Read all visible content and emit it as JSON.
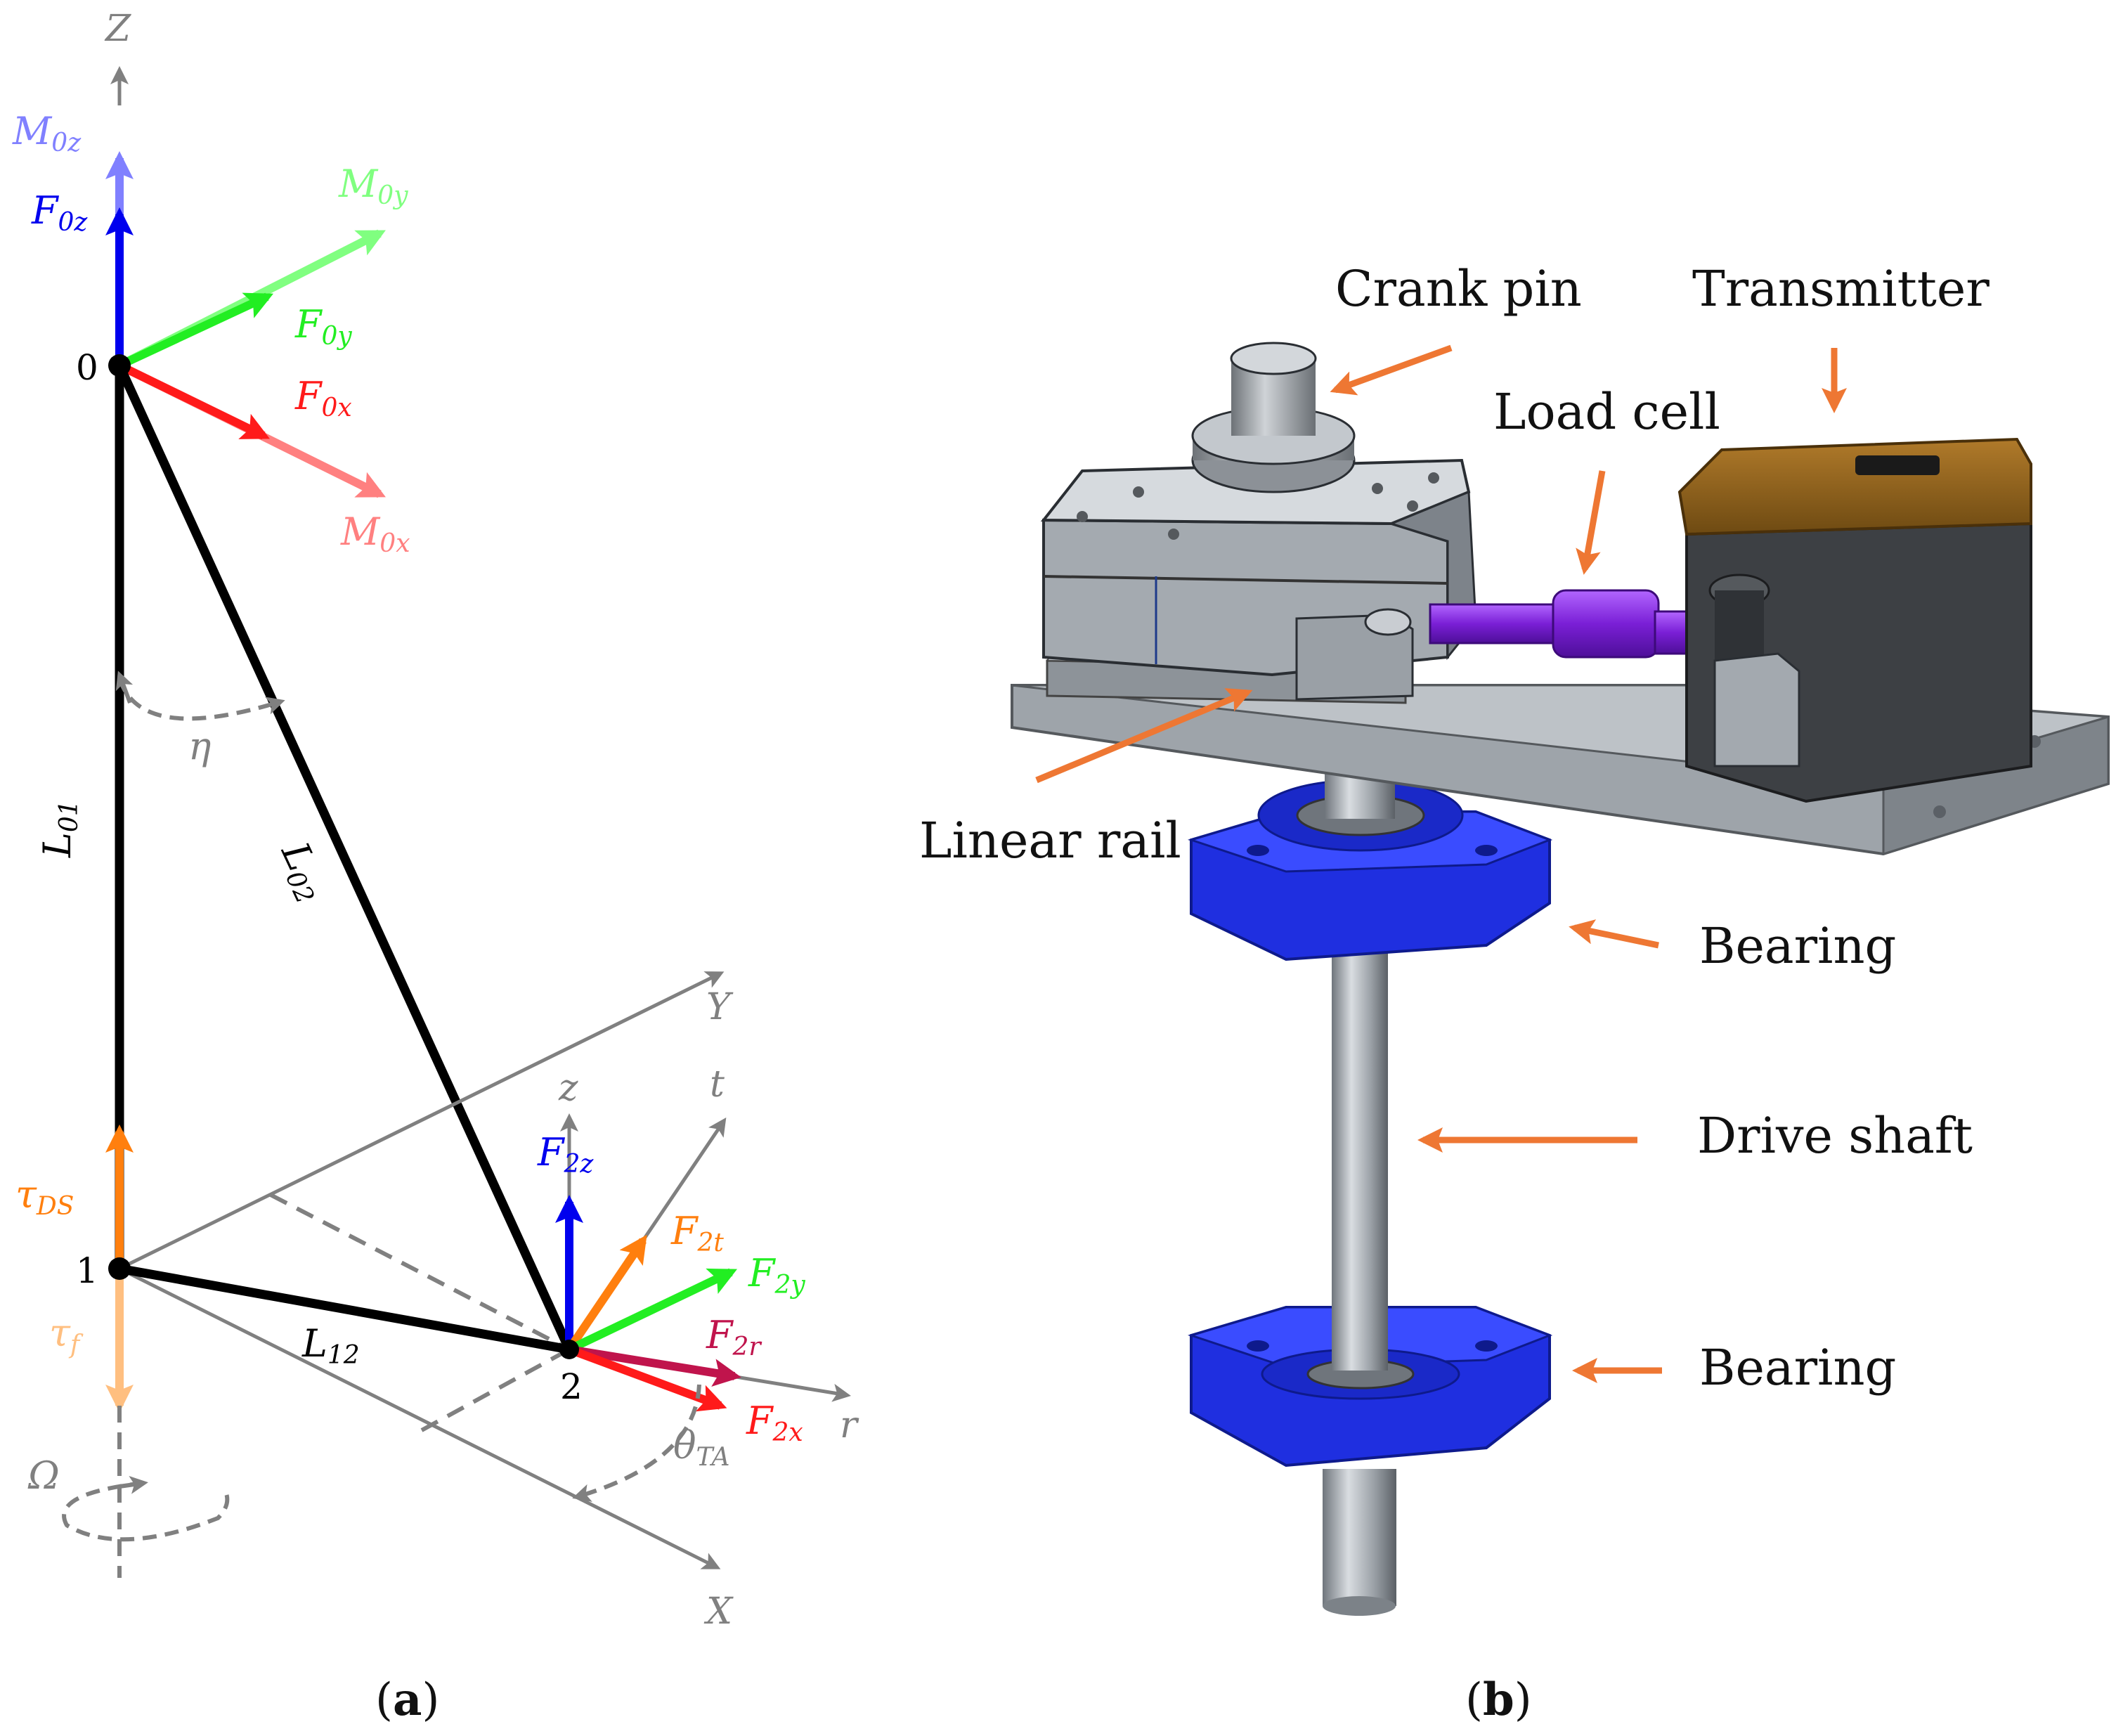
{
  "panel_a": {
    "caption": "(a)",
    "caption_letter": "a",
    "axes": {
      "Z": "Z",
      "Y": "Y",
      "X": "X",
      "z": "z",
      "t": "t",
      "r": "r"
    },
    "points": {
      "p0": "0",
      "p1": "1",
      "p2": "2"
    },
    "links": {
      "L01": "L",
      "L01_sub": "01",
      "L02": "L",
      "L02_sub": "02",
      "L12": "L",
      "L12_sub": "12"
    },
    "angles": {
      "eta": "η",
      "omega": "Ω",
      "theta": "θ",
      "theta_sub": "TA"
    },
    "forces": {
      "M0z": "M",
      "M0z_sub": "0z",
      "F0z": "F",
      "F0z_sub": "0z",
      "M0y": "M",
      "M0y_sub": "0y",
      "F0y": "F",
      "F0y_sub": "0y",
      "F0x": "F",
      "F0x_sub": "0x",
      "M0x": "M",
      "M0x_sub": "0x",
      "tauDS": "τ",
      "tauDS_sub": "DS",
      "tauf": "τ",
      "tauf_sub": "f",
      "F2z": "F",
      "F2z_sub": "2z",
      "F2t": "F",
      "F2t_sub": "2t",
      "F2y": "F",
      "F2y_sub": "2y",
      "F2r": "F",
      "F2r_sub": "2r",
      "F2x": "F",
      "F2x_sub": "2x"
    },
    "colors": {
      "red": "#ff1a1a",
      "green": "#22ee22",
      "blue": "#0000ee",
      "orange": "#ff7f0e",
      "light_orange": "#ffbf80",
      "crimson": "#c0144c",
      "gray": "#808080",
      "black": "#000000",
      "light_blue": "#8080ff",
      "light_green": "#80ff80",
      "light_red": "#ff8080"
    }
  },
  "panel_b": {
    "caption": "(b)",
    "caption_letter": "b",
    "callouts": {
      "crank_pin": "Crank pin",
      "transmitter": "Transmitter",
      "load_cell": "Load cell",
      "linear_rail": "Linear rail",
      "bearing_top": "Bearing",
      "drive_shaft": "Drive shaft",
      "bearing_bottom": "Bearing"
    },
    "colors": {
      "arrow": "#ee7733",
      "bearing": "#1f2fe0",
      "load_cell": "#8a2be2",
      "transmitter": "#8b5a14",
      "metal": "#a9afb6"
    }
  }
}
